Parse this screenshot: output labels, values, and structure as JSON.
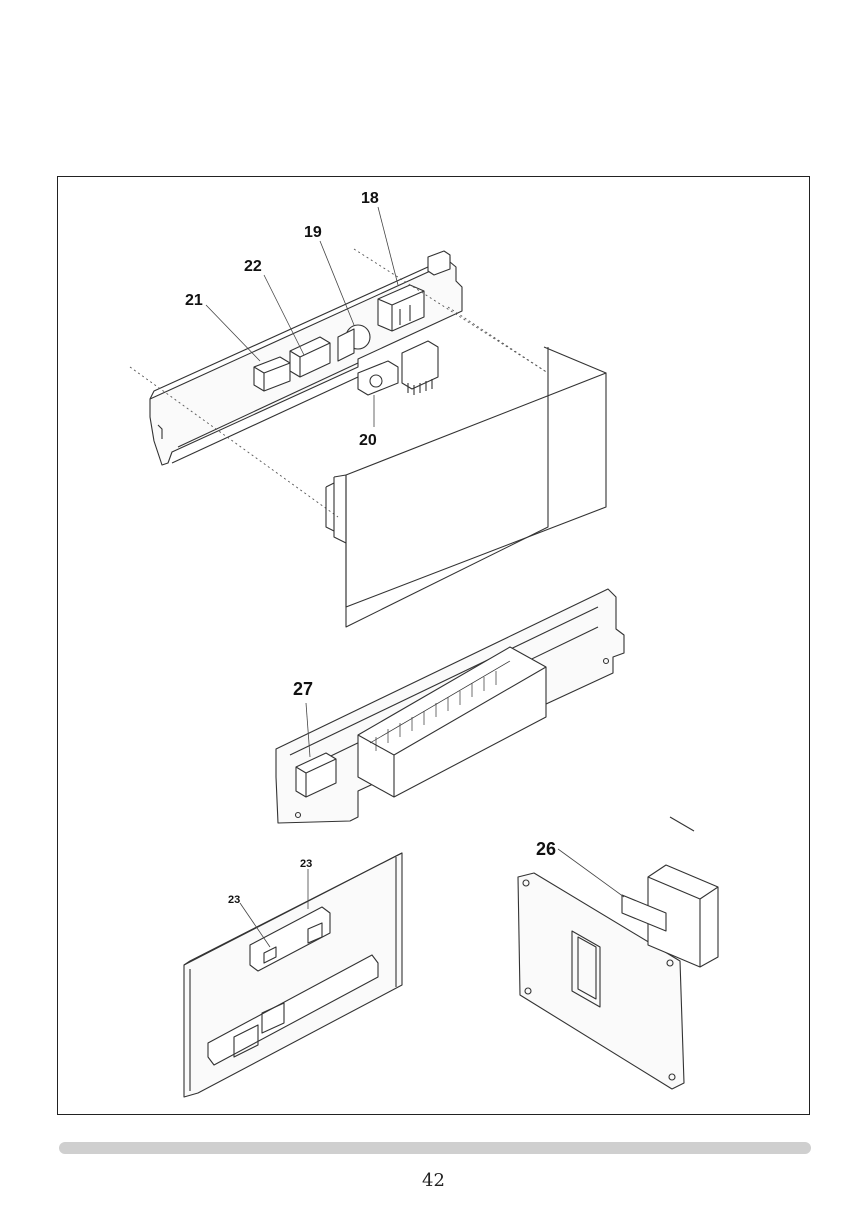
{
  "callouts": {
    "c18": "18",
    "c19": "19",
    "c20": "20",
    "c21": "21",
    "c22": "22",
    "c23a": "23",
    "c23b": "23",
    "c26": "26",
    "c27": "27"
  },
  "footer": {
    "page_number": "42"
  }
}
